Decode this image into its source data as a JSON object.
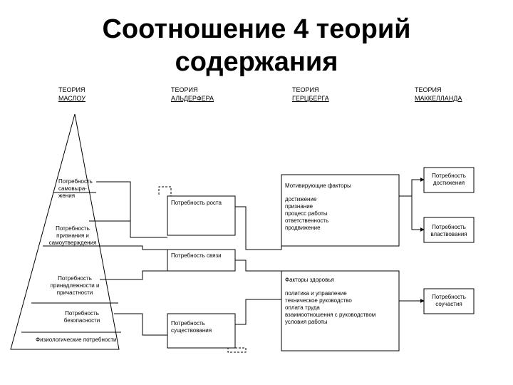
{
  "title": {
    "line1": "Соотношение 4 теорий",
    "line2": "содержания"
  },
  "theories": [
    {
      "line1": "ТЕОРИЯ",
      "line2": "МАСЛОУ"
    },
    {
      "line1": "ТЕОРИЯ",
      "line2": "АЛЬДЕРФЕРА"
    },
    {
      "line1": "ТЕОРИЯ",
      "line2": "ГЕРЦБЕРГА"
    },
    {
      "line1": "ТЕОРИЯ",
      "line2": "МАККЕЛЛАНДА"
    }
  ],
  "maslow": {
    "self_actualization": [
      "Потребность",
      "самовыра-",
      "жения"
    ],
    "recognition": [
      "Потребность",
      "признания и",
      "самоутверждения"
    ],
    "belonging": [
      "Потребность",
      "принадлежности и",
      "причастности"
    ],
    "safety": [
      "Потребность",
      "безопасности"
    ],
    "physiological": "Физиологические потребности"
  },
  "alderfer": {
    "growth": "Потребность роста",
    "relatedness": "Потребность связи",
    "existence": [
      "Потребность",
      "существования"
    ]
  },
  "herzberg": {
    "motivators_title": "Мотивирующие факторы",
    "motivators": [
      "достижение",
      "признание",
      "процесс работы",
      "ответственность",
      "продвижение"
    ],
    "hygiene_title": "Факторы здоровья",
    "hygiene": [
      "политика и управление",
      "техническое руководство",
      "оплата труда",
      "взаимоотношения с руководством",
      "условия работы"
    ]
  },
  "mcclelland": {
    "achievement": [
      "Потребность",
      "достижения"
    ],
    "power": [
      "Потребность",
      "властвования"
    ],
    "affiliation": [
      "Потребность",
      "соучастия"
    ]
  }
}
